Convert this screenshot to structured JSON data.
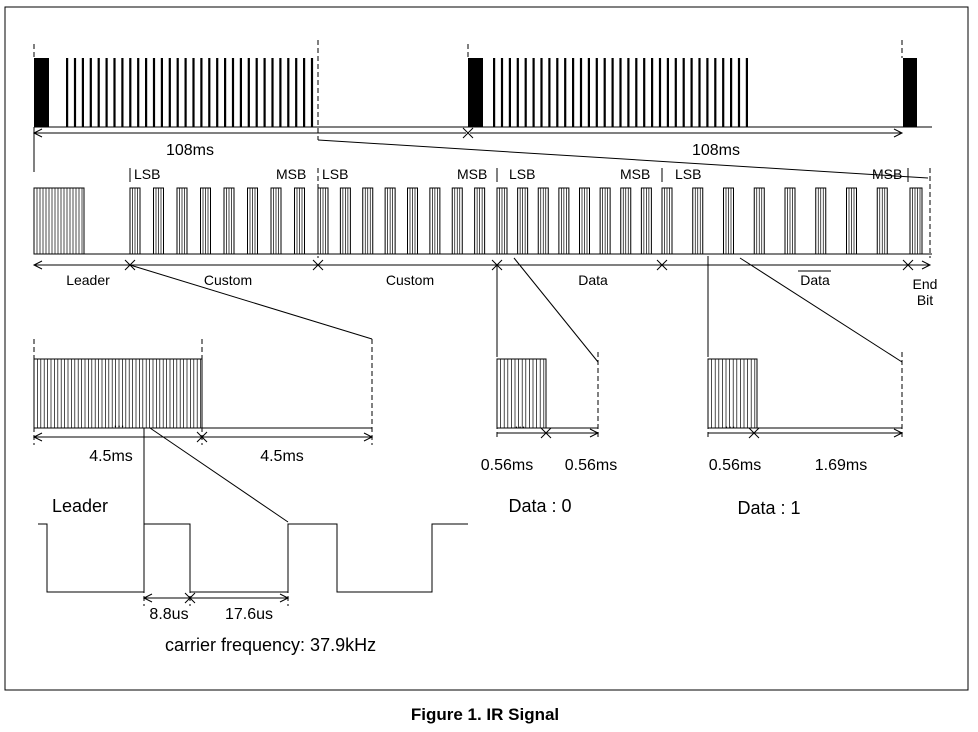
{
  "caption": "Figure 1.  IR Signal",
  "frame": {
    "period_a": "108ms",
    "period_b": "108ms"
  },
  "field_markers": {
    "lsb": "LSB",
    "msb": "MSB"
  },
  "fields": {
    "leader": "Leader",
    "custom_1": "Custom",
    "custom_2": "Custom",
    "data": "Data",
    "data_inverted": "Data",
    "end_bit_line1": "End",
    "end_bit_line2": "Bit"
  },
  "leader_detail": {
    "burst": "4.5ms",
    "space": "4.5ms",
    "dots": "..."
  },
  "data0": {
    "title": "Data : 0",
    "burst": "0.56ms",
    "space": "0.56ms",
    "dots": "..."
  },
  "data1": {
    "title": "Data : 1",
    "burst": "0.56ms",
    "space": "1.69ms",
    "dots": "..."
  },
  "carrier": {
    "label": "Leader",
    "high": "8.8us",
    "period": "17.6us",
    "frequency": "carrier frequency: 37.9kHz"
  }
}
